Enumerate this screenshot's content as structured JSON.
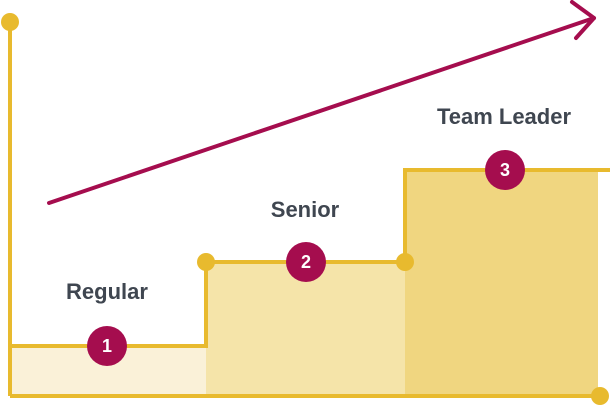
{
  "steps": [
    {
      "number": "1",
      "label": "Regular"
    },
    {
      "number": "2",
      "label": "Senior"
    },
    {
      "number": "3",
      "label": "Team Leader"
    }
  ],
  "colors": {
    "axis": "#e8ba2e",
    "step1_fill": "#faf1d8",
    "step2_fill": "#f5e4a9",
    "step3_fill": "#f0d680",
    "badge": "#a50d4e",
    "arrow": "#a50d4e",
    "label_text": "#3f4650"
  }
}
